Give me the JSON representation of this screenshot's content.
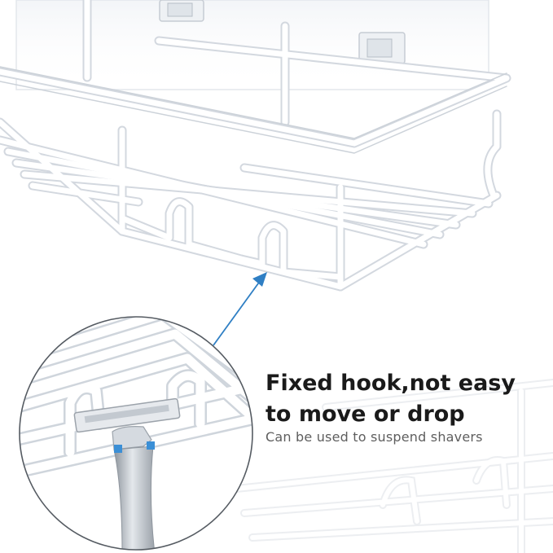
{
  "headline": {
    "line1": "Fixed hook,not easy",
    "line2": "to move or drop"
  },
  "subtext": "Can be used to suspend shavers",
  "colors": {
    "background": "#ffffff",
    "wire": "#ffffff",
    "wire_outline": "#d3d8df",
    "pointer_line": "#2f7fc4",
    "headline_text": "#1a1a1a",
    "subtext_text": "#5e5e5e",
    "razor_handle": "#b9bfc6",
    "razor_grip_accent": "#3b8fd6"
  },
  "icons": {
    "pointer": "arrow-up-right-icon",
    "magnifier": "zoom-circle",
    "product": "wire-shower-caddy",
    "shaver": "razor-icon"
  }
}
